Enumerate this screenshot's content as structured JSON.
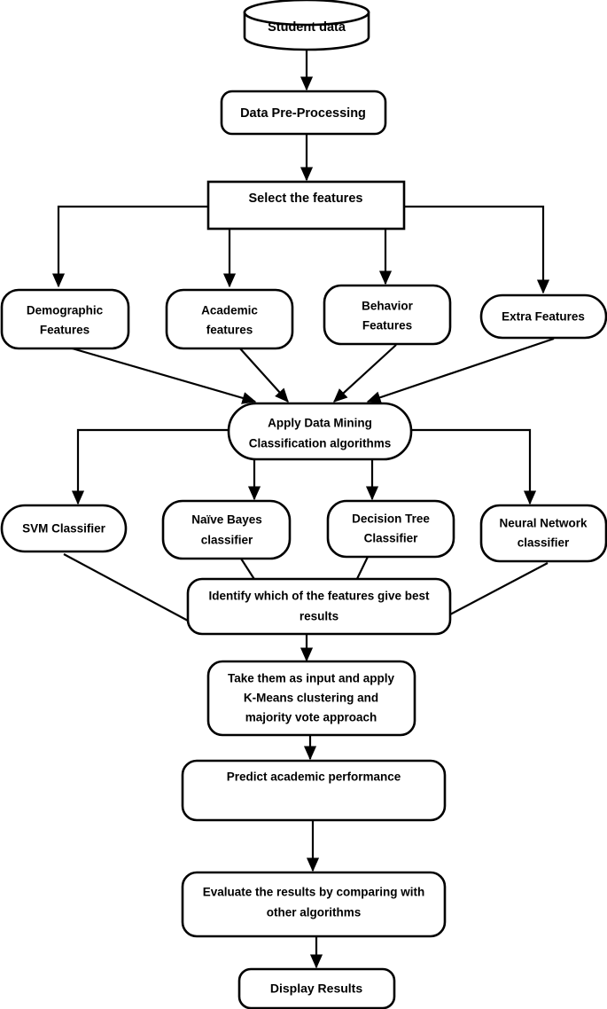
{
  "diagram": {
    "title": "Student academic performance prediction flowchart",
    "colors": {
      "stroke": "#000000",
      "fill": "#ffffff",
      "background": "#ffffff"
    },
    "nodes": {
      "student_data": {
        "label": "Student data",
        "shape": "cylinder"
      },
      "pre_processing": {
        "label": "Data Pre-Processing",
        "shape": "rounded-rect"
      },
      "select_features": {
        "label": "Select the features",
        "shape": "rect"
      },
      "demographic_features": {
        "line1": "Demographic",
        "line2": "Features",
        "shape": "rounded-rect"
      },
      "academic_features": {
        "line1": "Academic",
        "line2": "features",
        "shape": "rounded-rect"
      },
      "behavior_features": {
        "line1": "Behavior",
        "line2": "Features",
        "shape": "rounded-rect"
      },
      "extra_features": {
        "label": "Extra Features",
        "shape": "pill"
      },
      "apply_data_mining": {
        "line1": "Apply Data Mining",
        "line2": "Classification algorithms",
        "shape": "pill"
      },
      "svm_classifier": {
        "label": "SVM Classifier",
        "shape": "pill"
      },
      "naive_bayes_classifier": {
        "line1": "Naïve Bayes",
        "line2": "classifier",
        "shape": "rounded-rect"
      },
      "decision_tree_classifier": {
        "line1": "Decision Tree",
        "line2": "Classifier",
        "shape": "rounded-rect"
      },
      "neural_network_classifier": {
        "line1": "Neural Network",
        "line2": "classifier",
        "shape": "rounded-rect"
      },
      "identify_best_features": {
        "line1": "Identify which of the features give best",
        "line2": "results",
        "shape": "rounded-rect"
      },
      "kmeans_majority_vote": {
        "line1": "Take them as input and apply",
        "line2": "K-Means clustering and",
        "line3": "majority vote approach",
        "shape": "rounded-rect"
      },
      "predict_performance": {
        "label": "Predict academic performance",
        "shape": "rounded-rect"
      },
      "evaluate_results": {
        "line1": "Evaluate the results by comparing with",
        "line2": "other algorithms",
        "shape": "rounded-rect"
      },
      "display_results": {
        "label": "Display Results",
        "shape": "rounded-rect"
      }
    }
  }
}
